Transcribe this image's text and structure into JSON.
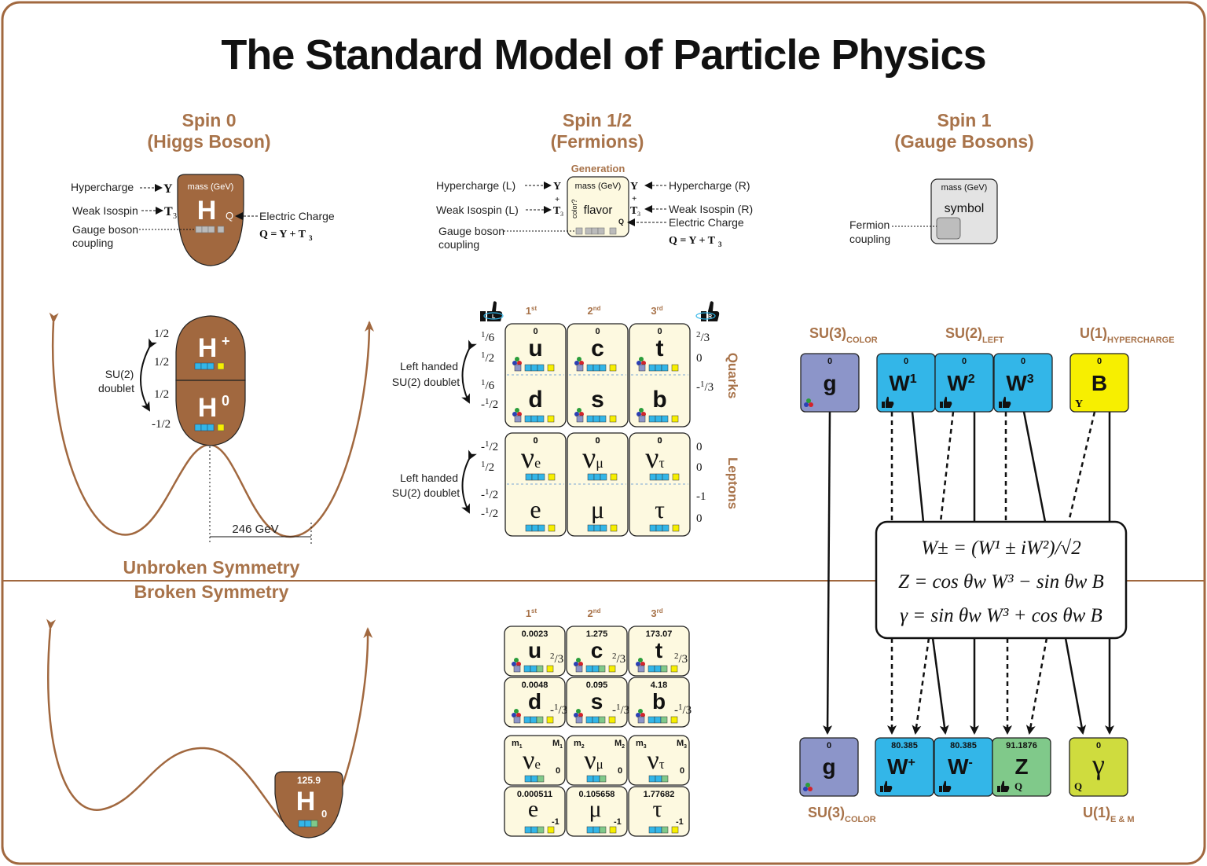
{
  "title": "The Standard Model of Particle Physics",
  "headers": {
    "spin0": "Spin  0",
    "spin0_sub": "(Higgs Boson)",
    "spin12": "Spin  1/2",
    "spin12_sub": "(Fermions)",
    "spin1": "Spin  1",
    "spin1_sub": "(Gauge Bosons)"
  },
  "legend_higgs": {
    "hypercharge": "Hypercharge",
    "weak_isospin": "Weak Isospin",
    "gauge_boson": "Gauge boson",
    "coupling": "coupling",
    "electric_charge": "Electric Charge",
    "formula": "Q = Y + T",
    "mass": "mass (GeV)",
    "symbol": "H",
    "q": "Q",
    "y": "Y",
    "t": "T"
  },
  "legend_fermion": {
    "generation": "Generation",
    "hypercharge_l": "Hypercharge (L)",
    "hypercharge_r": "Hypercharge (R)",
    "weak_isospin_l": "Weak Isospin (L)",
    "weak_isospin_r": "Weak Isospin (R)",
    "electric_charge": "Electric Charge",
    "gauge_boson": "Gauge boson",
    "coupling": "coupling",
    "mass": "mass (GeV)",
    "flavor": "flavor",
    "color": "color?",
    "formula": "Q = Y + T"
  },
  "legend_gauge": {
    "mass": "mass (GeV)",
    "symbol": "symbol",
    "fermion": "Fermion",
    "coupling": "coupling"
  },
  "higgs_unbroken": {
    "hp": "H",
    "hp_sup": "+",
    "h0": "H",
    "h0_sup": "0",
    "su2": "SU(2)",
    "doublet": "doublet",
    "y_top": "1/2",
    "t_top": "1/2",
    "y_bot": "1/2",
    "t_bot": "-1/2",
    "vev": "246 GeV"
  },
  "symmetry": {
    "unbroken": "Unbroken Symmetry",
    "broken": "Broken Symmetry"
  },
  "higgs_broken": {
    "mass": "125.9",
    "symbol": "H",
    "sub": "0"
  },
  "generations": [
    "1st",
    "2nd",
    "3rd"
  ],
  "gen_sup": {
    "1st": "st",
    "2nd": "nd",
    "3rd": "rd"
  },
  "group_labels": {
    "quarks": "Quarks",
    "leptons": "Leptons",
    "left_handed": "Left handed",
    "su2_doublet": "SU(2) doublet"
  },
  "unbroken_quarks": [
    {
      "row": "up",
      "y_l": "1/6",
      "t": "1/2",
      "y_r": "2/3",
      "cells": [
        "u",
        "c",
        "t"
      ]
    },
    {
      "row": "down",
      "y_l": "1/6",
      "t": "-1/2",
      "y_r": "-1/3",
      "cells": [
        "d",
        "s",
        "b"
      ]
    }
  ],
  "unbroken_leptons": [
    {
      "row": "nu",
      "y_l": "-1/2",
      "t": "1/2",
      "y_r": "0",
      "cells": [
        "ν",
        "ν",
        "ν"
      ],
      "subs": [
        "e",
        "μ",
        "τ"
      ]
    },
    {
      "row": "e",
      "y_l": "-1/2",
      "t": "-1/2",
      "y_r": "-1",
      "y_r2": "0",
      "cells": [
        "e",
        "μ",
        "τ"
      ]
    }
  ],
  "unbroken_mass": "0",
  "broken_quarks": [
    {
      "cells": [
        {
          "m": "0.0023",
          "s": "u",
          "q": "2/3"
        },
        {
          "m": "1.275",
          "s": "c",
          "q": "2/3"
        },
        {
          "m": "173.07",
          "s": "t",
          "q": "2/3"
        }
      ]
    },
    {
      "cells": [
        {
          "m": "0.0048",
          "s": "d",
          "q": "-1/3"
        },
        {
          "m": "0.095",
          "s": "s",
          "q": "-1/3"
        },
        {
          "m": "4.18",
          "s": "b",
          "q": "-1/3"
        }
      ]
    }
  ],
  "broken_neutrinos": [
    {
      "m": "m",
      "M": "M",
      "idx": "1",
      "s": "ν",
      "sub": "e",
      "q": "0"
    },
    {
      "m": "m",
      "M": "M",
      "idx": "2",
      "s": "ν",
      "sub": "μ",
      "q": "0"
    },
    {
      "m": "m",
      "M": "M",
      "idx": "3",
      "s": "ν",
      "sub": "τ",
      "q": "0"
    }
  ],
  "broken_leptons": [
    {
      "m": "0.000511",
      "s": "e",
      "q": "-1"
    },
    {
      "m": "0.105658",
      "s": "μ",
      "q": "-1"
    },
    {
      "m": "1.77682",
      "s": "τ",
      "q": "-1"
    }
  ],
  "gauge_groups": {
    "su3": "SU(3)",
    "su3_sub": "COLOR",
    "su2": "SU(2)",
    "su2_sub": "LEFT",
    "u1": "U(1)",
    "u1_sub": "HYPERCHARGE",
    "u1em": "U(1)",
    "u1em_sub": "E & M"
  },
  "gauge_unbroken": [
    {
      "m": "0",
      "s": "g",
      "sup": ""
    },
    {
      "m": "0",
      "s": "W",
      "sup": "1"
    },
    {
      "m": "0",
      "s": "W",
      "sup": "2"
    },
    {
      "m": "0",
      "s": "W",
      "sup": "3"
    },
    {
      "m": "0",
      "s": "B",
      "sup": "",
      "y": "Y"
    }
  ],
  "gauge_broken": [
    {
      "m": "0",
      "s": "g",
      "sup": ""
    },
    {
      "m": "80.385",
      "s": "W",
      "sup": "+"
    },
    {
      "m": "80.385",
      "s": "W",
      "sup": "-"
    },
    {
      "m": "91.1876",
      "s": "Z",
      "sup": "",
      "q": "Q"
    },
    {
      "m": "0",
      "s": "γ",
      "sup": "",
      "q": "Q"
    }
  ],
  "equations": [
    "W± = (W¹ ± iW²)/√2",
    "Z = cos θw W³ − sin θw B",
    "γ = sin θw W³ + cos θw B"
  ],
  "colors": {
    "brown": "#a1683f",
    "label": "#a8734a",
    "cream": "#fdf9e0",
    "cyan": "#33b6e8",
    "blue": "#2196d6",
    "gluon": "#8c95c9",
    "yellow": "#f7ef00",
    "green": "#80c98a",
    "photon": "#cfdc3e",
    "grey": "#e3e3e3"
  }
}
